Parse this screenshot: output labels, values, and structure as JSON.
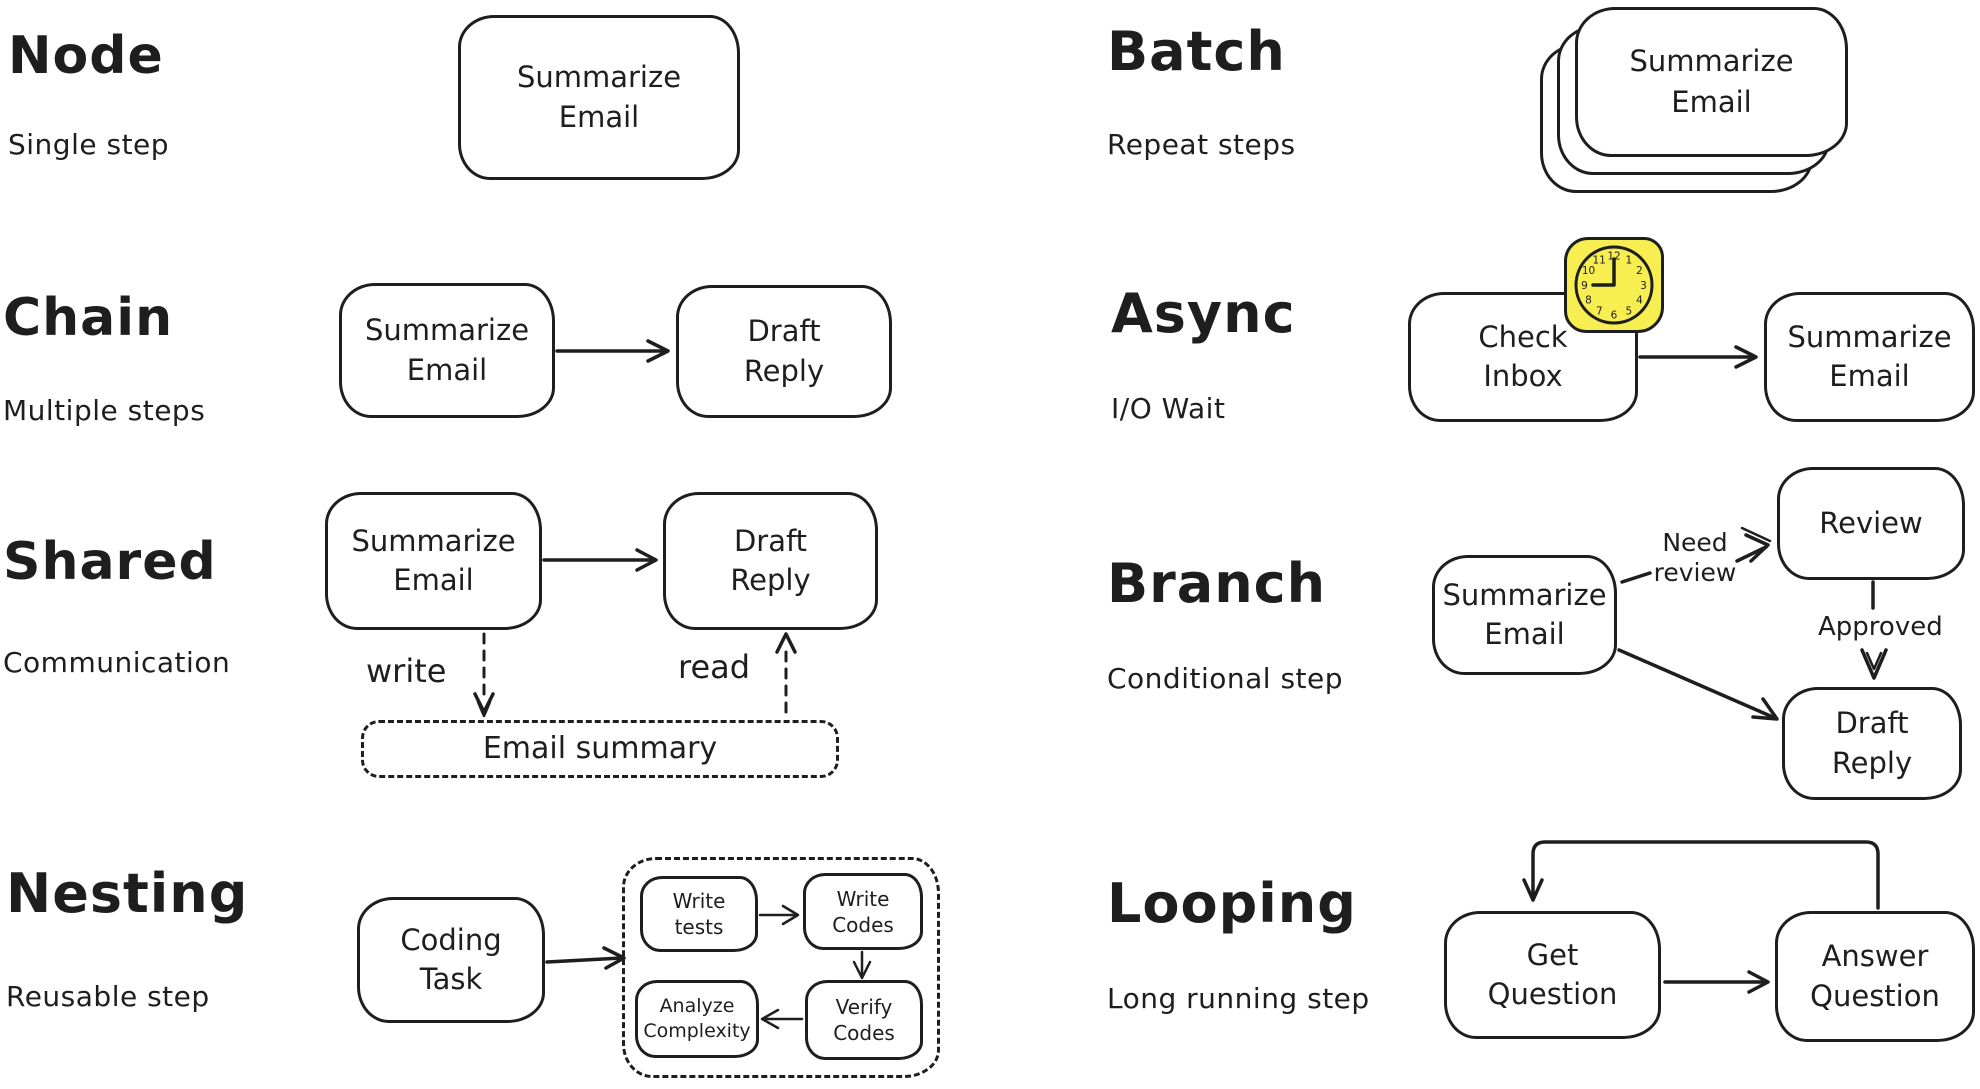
{
  "page": {
    "background": "#ffffff",
    "stroke_color": "#1e1e1e",
    "accent_yellow": "#f7ee51"
  },
  "sections": {
    "node": {
      "title": "Node",
      "subtitle": "Single step",
      "boxes": {
        "summarize": "Summarize\nEmail"
      }
    },
    "chain": {
      "title": "Chain",
      "subtitle": "Multiple steps",
      "boxes": {
        "summarize": "Summarize\nEmail",
        "draft": "Draft\nReply"
      }
    },
    "shared": {
      "title": "Shared",
      "subtitle": "Communication",
      "boxes": {
        "summarize": "Summarize\nEmail",
        "draft": "Draft\nReply",
        "store": "Email summary"
      },
      "labels": {
        "write": "write",
        "read": "read"
      }
    },
    "nesting": {
      "title": "Nesting",
      "subtitle": "Reusable step",
      "boxes": {
        "coding": "Coding\nTask",
        "write_tests": "Write\ntests",
        "write_codes": "Write\nCodes",
        "verify_codes": "Verify\nCodes",
        "analyze_complexity": "Analyze\nComplexity"
      }
    },
    "batch": {
      "title": "Batch",
      "subtitle": "Repeat steps",
      "boxes": {
        "summarize": "Summarize\nEmail"
      }
    },
    "async": {
      "title": "Async",
      "subtitle": "I/O Wait",
      "boxes": {
        "check": "Check\nInbox",
        "summarize": "Summarize\nEmail"
      },
      "clock_numbers": [
        "12",
        "1",
        "2",
        "3",
        "4",
        "5",
        "6",
        "7",
        "8",
        "9",
        "10",
        "11"
      ]
    },
    "branch": {
      "title": "Branch",
      "subtitle": "Conditional step",
      "boxes": {
        "summarize": "Summarize\nEmail",
        "review": "Review",
        "draft": "Draft\nReply"
      },
      "labels": {
        "need_review": "Need\nreview",
        "approved": "Approved"
      }
    },
    "looping": {
      "title": "Looping",
      "subtitle": "Long running step",
      "boxes": {
        "get": "Get\nQuestion",
        "answer": "Answer\nQuestion"
      }
    }
  }
}
